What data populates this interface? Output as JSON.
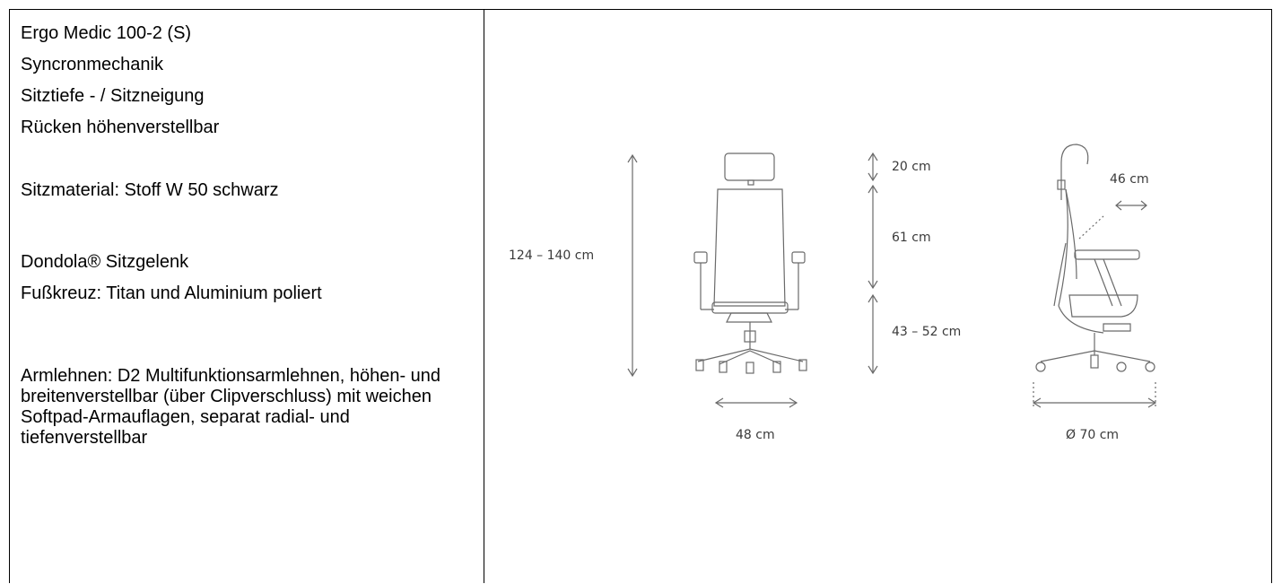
{
  "spec": {
    "model": "Ergo Medic 100-2 (S)",
    "mechanism": "Syncronmechanik",
    "seat_adjust": "Sitztiefe - / Sitzneigung",
    "back": "Rücken höhenverstellbar",
    "material": "Sitzmaterial: Stoff W 50 schwarz",
    "joint": "Dondola® Sitzgelenk",
    "base": "Fußkreuz: Titan und Aluminium poliert",
    "armrests": "Armlehnen: D2 Multifunktionsarmlehnen, höhen- und breitenverstellbar (über Clipverschluss) mit weichen Softpad-Armauflagen, separat radial- und tiefenverstellbar"
  },
  "dimensions": {
    "total_height": "124 – 140 cm",
    "headrest": "20 cm",
    "backrest": "61 cm",
    "seat_height": "43 – 52 cm",
    "seat_width": "48 cm",
    "seat_depth": "46 cm",
    "base_diameter": "Ø 70 cm"
  }
}
